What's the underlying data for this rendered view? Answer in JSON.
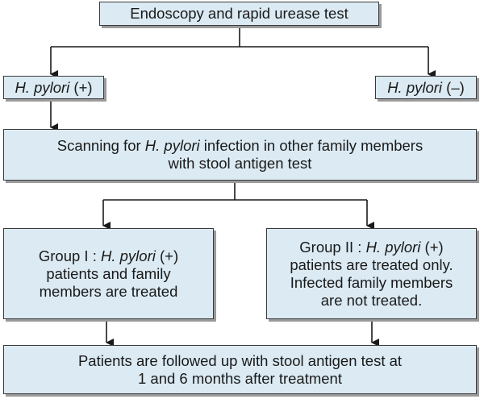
{
  "nodes": {
    "endoscopy": {
      "text": "Endoscopy and rapid urease test"
    },
    "pylori_positive": {
      "italic": "H. pylori",
      "rest": " (+)"
    },
    "pylori_negative": {
      "italic": "H. pylori",
      "rest": " (–)"
    },
    "scanning": {
      "line1_pre": "Scanning for ",
      "line1_italic": "H. pylori",
      "line1_post": " infection in other family members",
      "line2": "with stool antigen test"
    },
    "group1": {
      "line1_pre": "Group I : ",
      "line1_italic": "H. pylori",
      "line1_post": " (+)",
      "line2": "patients and family",
      "line3": "members are treated"
    },
    "group2": {
      "line1_pre": "Group II : ",
      "line1_italic": "H. pylori",
      "line1_post": " (+)",
      "line2": "patients are treated only.",
      "line3": "Infected family members",
      "line4": "are not treated."
    },
    "followup": {
      "line1": "Patients are followed up with stool antigen test at",
      "line2": "1 and 6 months after treatment"
    }
  },
  "colors": {
    "box_fill": "#dbeaf3",
    "border": "#3a3a3a",
    "shadow": "#9a9a9a",
    "arrow": "#1a1a1a"
  }
}
